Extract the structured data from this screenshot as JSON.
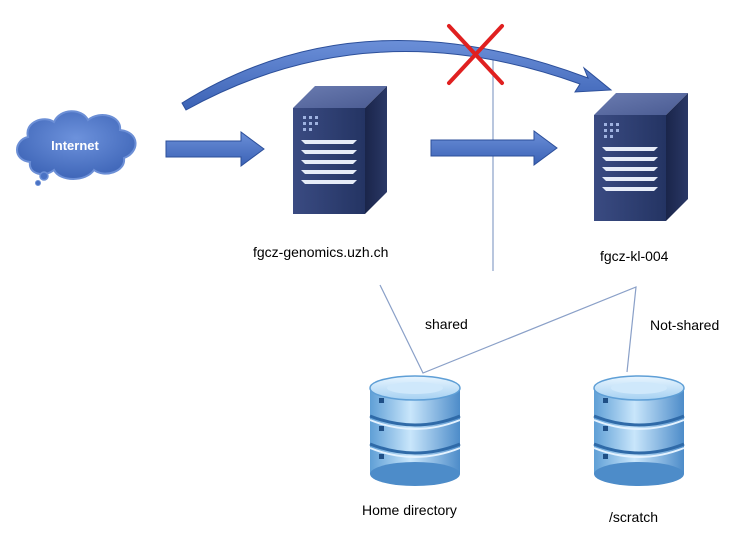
{
  "internet": {
    "label": "Internet"
  },
  "servers": {
    "gateway": {
      "label": "fgcz-genomics.uzh.ch"
    },
    "compute": {
      "label": "fgcz-kl-004"
    }
  },
  "storage": {
    "home": {
      "label": "Home directory",
      "link_label": "shared"
    },
    "scratch": {
      "label": "/scratch",
      "link_label": "Not-shared"
    }
  },
  "colors": {
    "arrow_fill": "#4a72c4",
    "arrow_stroke": "#2c4f9a",
    "cloud_fill": "#4a72c4",
    "blocked_x": "#e02020",
    "connector_line": "#8aa0c8",
    "server_body": "#2b3a6b",
    "disk_body": "#8fc3ea"
  },
  "icons": [
    "cloud-icon",
    "server-icon",
    "database-icon",
    "blocked-x-icon"
  ]
}
